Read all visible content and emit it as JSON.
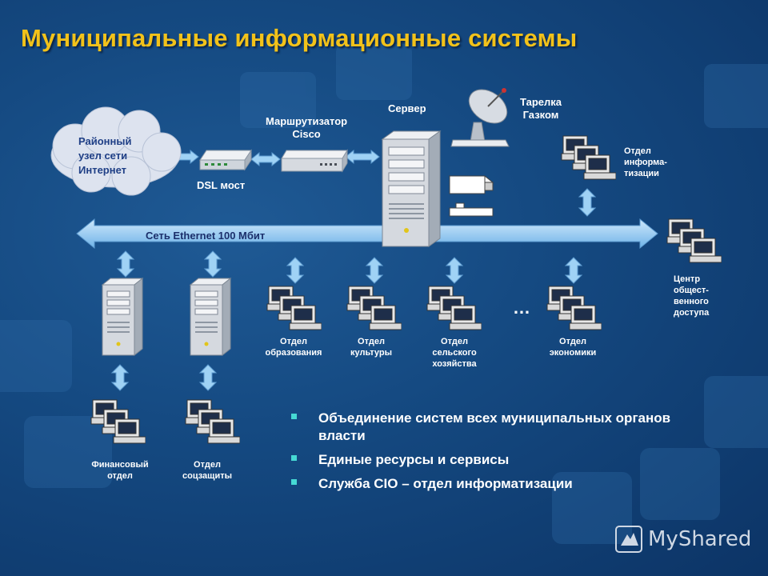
{
  "title": "Муниципальные информационные системы",
  "nodes": {
    "internet": "Районный\nузел сети\nИнтернет",
    "dsl": "DSL мост",
    "router": "Маршрутизатор\nCisco",
    "server": "Сервер",
    "dish": "Тарелка\nГазком",
    "it_dept": "Отдел\nинформа-\nтизации",
    "public_center": "Центр\nобщест-\nвенного\nдоступа",
    "ethernet": "Сеть Ethernet 100 Мбит",
    "education": "Отдел\nобразования",
    "culture": "Отдел\nкультуры",
    "agriculture": "Отдел\nсельского\nхозяйства",
    "ellipsis": "…",
    "economy": "Отдел\nэкономики",
    "finance": "Финансовый\nотдел",
    "social": "Отдел\nсоцзащиты"
  },
  "bullets": [
    "Объединение систем всех муниципальных органов власти",
    "Единые ресурсы и сервисы",
    "Служба CIO – отдел информатизации"
  ],
  "watermark": "MyShared",
  "colors": {
    "title": "#f2c21a",
    "arrow": "#8fc8f2",
    "bullet": "#46d9d4"
  }
}
